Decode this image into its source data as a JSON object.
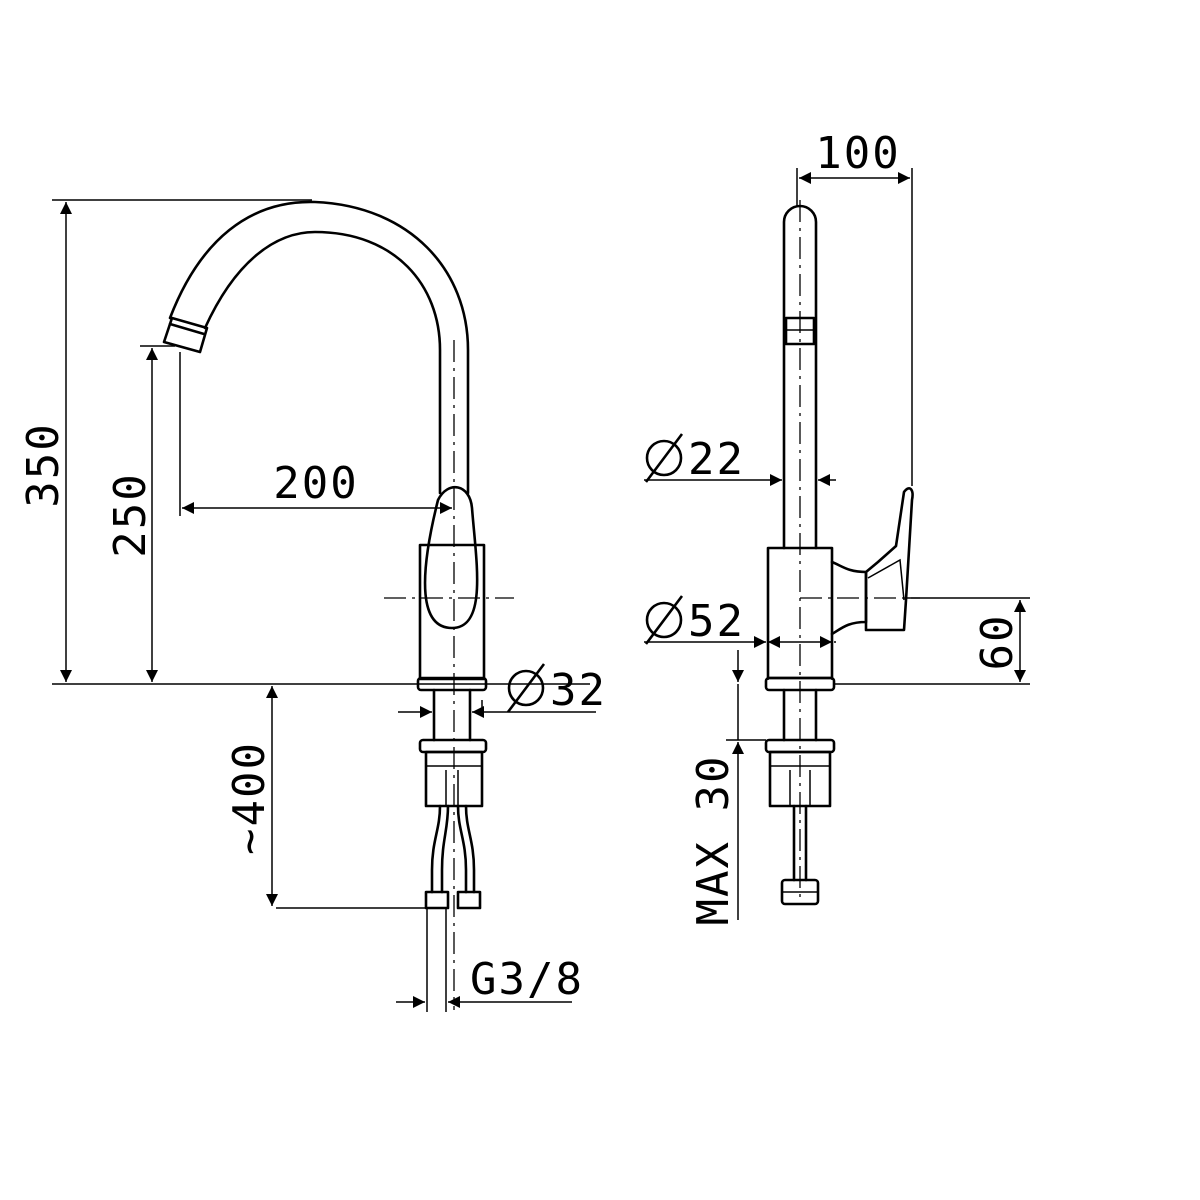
{
  "front_view": {
    "height_total": "350",
    "height_spout": "250",
    "spout_reach": "200",
    "body_diameter": "32",
    "hose_length": "~400",
    "thread": "G3/8"
  },
  "side_view": {
    "depth": "100",
    "spout_diameter": "22",
    "base_diameter": "52",
    "lever_height": "60",
    "max_counter_thickness": "MAX 30"
  }
}
